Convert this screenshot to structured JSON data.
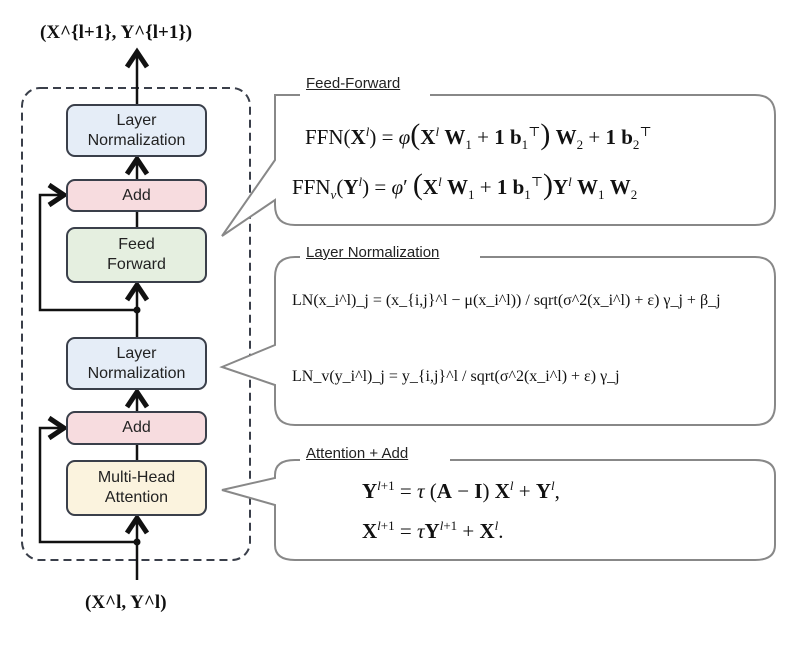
{
  "output_label": "(X^{l+1}, Y^{l+1})",
  "input_label": "(X^l, Y^l)",
  "blocks": {
    "ln_top": "Layer Normalization",
    "add_top": "Add",
    "feed_forward": "Feed Forward",
    "ln_mid": "Layer Normalization",
    "add_bottom": "Add",
    "attention": "Multi-Head Attention"
  },
  "block_colors": {
    "norm": "#e5edf7",
    "add": "#f7dcdf",
    "ffn": "#e5efe0",
    "attn": "#fbf3de"
  },
  "callouts": {
    "ffn": {
      "title": "Feed-Forward",
      "eq1": "FFN(X^l) = φ(X^l W_1 + 1 b_1^⊤) W_2 + 1 b_2^⊤",
      "eq2": "FFN_v(Y^l) = φ'(X^l W_1 + 1 b_1^⊤) Y^l W_1 W_2"
    },
    "ln": {
      "title": "Layer Normalization",
      "eq1": "LN(x_i^l)_j = (x_{i,j}^l − μ(x_i^l)) / sqrt(σ^2(x_i^l) + ε) γ_j + β_j",
      "eq2": "LN_v(y_i^l)_j = y_{i,j}^l / sqrt(σ^2(x_i^l) + ε) γ_j"
    },
    "attn": {
      "title": "Attention + Add",
      "eq1": "Y^{l+1} = τ (A − I) X^l + Y^l,",
      "eq2": "X^{l+1} = τ Y^{l+1} + X^l."
    }
  }
}
